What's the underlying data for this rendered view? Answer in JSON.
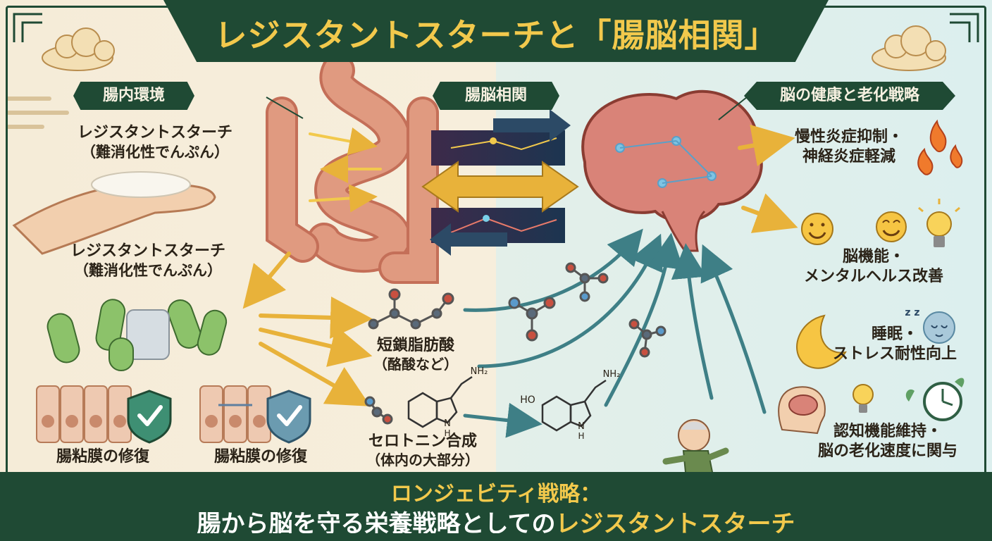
{
  "title": "レジスタントスターチと「腸脳相関」",
  "sections": {
    "gut": "腸内環境",
    "axis": "腸脳相関",
    "brain": "脳の健康と老化戦略"
  },
  "left": {
    "rs_top_line1": "レジスタントスターチ",
    "rs_top_line2": "（難消化性でんぷん）",
    "rs_mid_line1": "レジスタントスターチ",
    "rs_mid_line2": "（難消化性でんぷん）",
    "mucosa_1": "腸粘膜の修復",
    "mucosa_2": "腸粘膜の修復"
  },
  "middle": {
    "scfa_line1": "短鎖脂肪酸",
    "scfa_line2": "（酪酸など）",
    "serotonin_line1": "セロトニン合成",
    "serotonin_line2": "（体内の大部分）",
    "nh2_a": "NH₂",
    "nh2_b": "NH₂",
    "ho_label": "HO",
    "n_label_a": "N",
    "h_label_a": "H",
    "n_label_b": "N",
    "h_label_b": "H"
  },
  "benefits": [
    {
      "line1": "慢性炎症抑制・",
      "line2": "神経炎症軽減"
    },
    {
      "line1": "脳機能・",
      "line2": "メンタルヘルス改善"
    },
    {
      "line1": "睡眠・",
      "line2": "ストレス耐性向上"
    },
    {
      "line1": "認知機能維持・",
      "line2": "脳の老化速度に関与"
    }
  ],
  "sleep_zz": "z z",
  "footer": {
    "line1": "ロンジェビティ戦略：",
    "line2_part1": "腸から脳を守る栄養戦略としての",
    "line2_part2": "レジスタントスターチ"
  },
  "colors": {
    "banner_green": "#1f4a34",
    "title_gold": "#f2c94c",
    "arrow_gold": "#e8b23a",
    "arrow_teal": "#3e7f86",
    "intestine": "#d98a72",
    "brain": "#d98378"
  }
}
